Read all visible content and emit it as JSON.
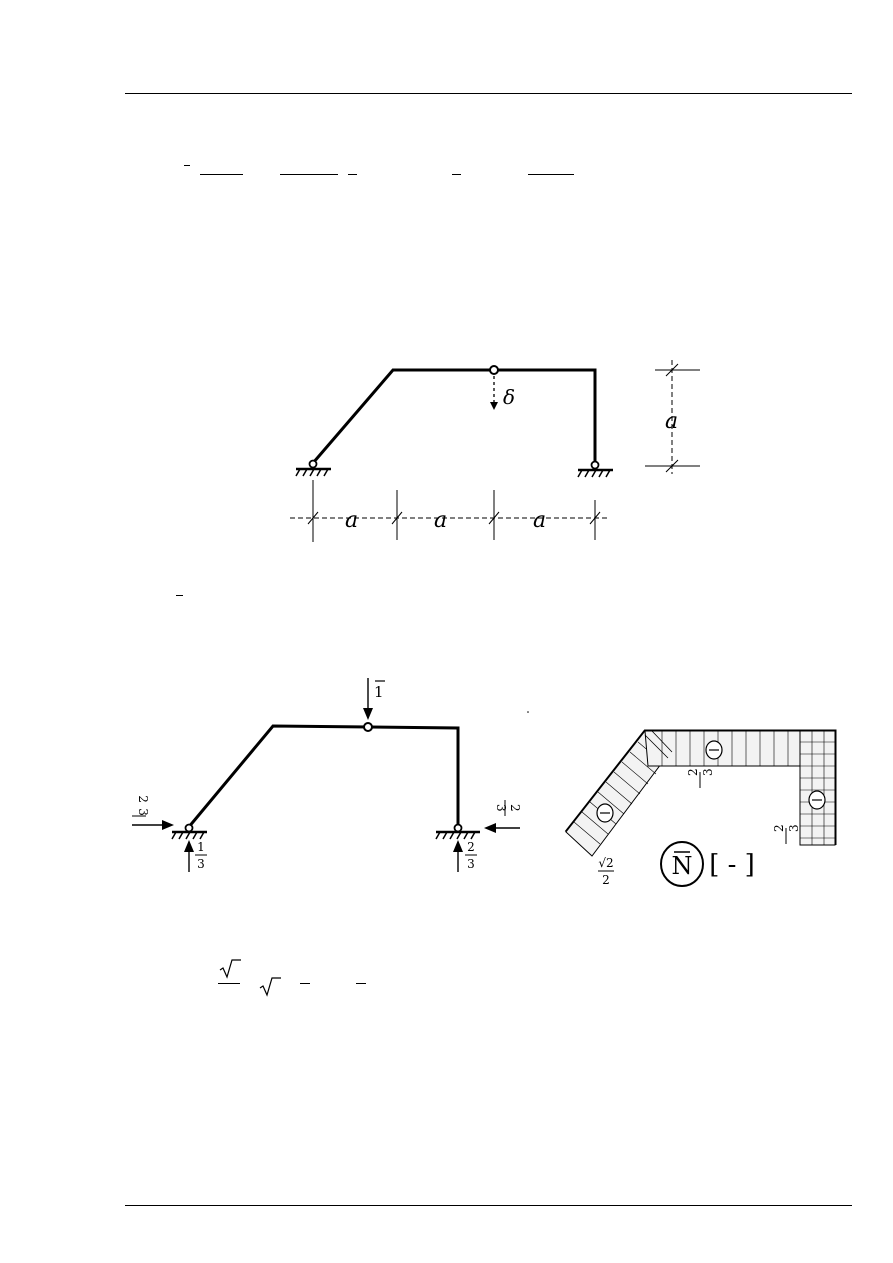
{
  "scheme": {
    "span_labels": [
      "a",
      "a",
      "a"
    ],
    "height_label": "a",
    "displacement_label": "δ"
  },
  "unit_load": {
    "load_label": "1",
    "left_horizontal_reaction": [
      "2",
      "3"
    ],
    "left_vertical_reaction": [
      "1",
      "3"
    ],
    "right_horizontal_reaction": [
      "2",
      "3"
    ],
    "right_vertical_reaction": [
      "2",
      "3"
    ]
  },
  "normal_force_diagram": {
    "diagram_symbol": "N",
    "unit": "[ - ]",
    "sign_marks": [
      "⊖",
      "⊖",
      "⊖"
    ],
    "inclined_value": [
      "√2",
      "2"
    ],
    "beam_value": [
      "2",
      "3"
    ],
    "column_value": [
      "2",
      "3"
    ]
  },
  "colors": {
    "ink": "#000000",
    "paper": "#ffffff"
  }
}
